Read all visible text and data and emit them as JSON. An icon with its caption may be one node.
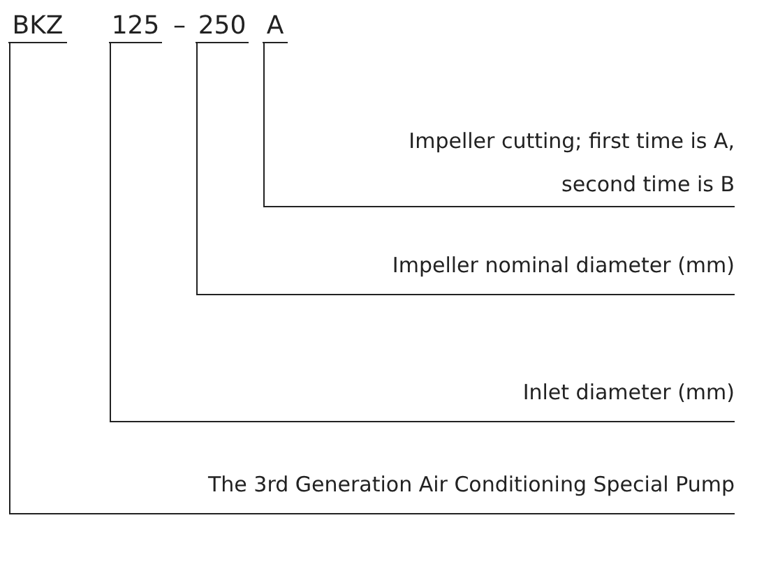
{
  "diagram": {
    "nodes": [
      {
        "text": [
          "BKZ"
        ]
      },
      {
        "text": [
          "125"
        ]
      },
      {
        "text": [
          "250"
        ]
      },
      {
        "text": [
          "A"
        ]
      },
      {
        "text": [
          "Impeller cutting; first time is A, second time is B"
        ]
      },
      {
        "text": [
          "Impeller nominal diameter (mm)"
        ]
      },
      {
        "text": [
          "Inlet diameter (mm)"
        ]
      },
      {
        "text": [
          "The 3rd Generation Air Conditioning Special Pump"
        ]
      }
    ],
    "edges": [
      {
        "from": 3,
        "to": 4,
        "arrow": "none"
      },
      {
        "from": 2,
        "to": 5,
        "arrow": "none"
      },
      {
        "from": 1,
        "to": 6,
        "arrow": "none"
      },
      {
        "from": 0,
        "to": 7,
        "arrow": "none"
      }
    ],
    "labels": [
      "–"
    ]
  }
}
